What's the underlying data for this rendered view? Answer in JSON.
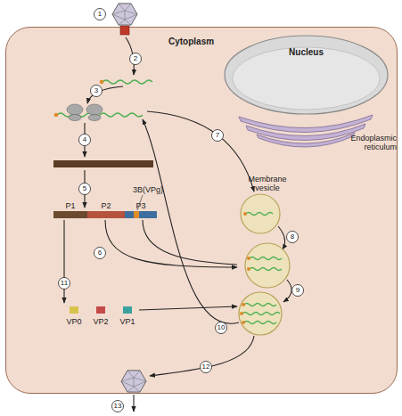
{
  "diagram": {
    "nodes": [
      {
        "text": [
          "Cytoplasm"
        ]
      },
      {
        "text": [
          "Nucleus"
        ],
        "in": 0
      }
    ],
    "labels": [
      "1",
      "2",
      "3",
      "4",
      "5",
      "3B(VPg)",
      "P1",
      "P2",
      "P3",
      "6",
      "11",
      "VP0",
      "VP2",
      "VP1",
      "7",
      "Membrane vesicle",
      "8",
      "9",
      "10",
      "12",
      "13",
      "Endoplasmic reticulum"
    ]
  }
}
